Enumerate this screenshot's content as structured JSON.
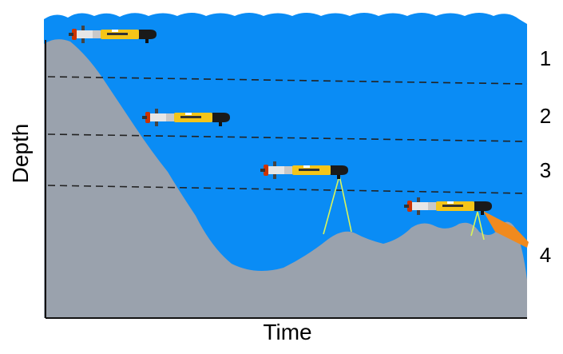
{
  "axes": {
    "x_label": "Time",
    "y_label": "Depth"
  },
  "zones": [
    {
      "label": "1"
    },
    {
      "label": "2"
    },
    {
      "label": "3"
    },
    {
      "label": "4"
    }
  ],
  "colors": {
    "water": "#0a8cf5",
    "seafloor": "#9aa2ad",
    "depth_lines": "#222222",
    "vehicle_body": "#f5c518",
    "vehicle_nose": "#1a1a1a",
    "vehicle_tail": "#e8e8e8",
    "sonar_beam": "#d9f55a",
    "forward_sonar": "#f08a1e"
  },
  "icons": [
    "auv-vehicle-icon",
    "downward-sonar-beam-icon",
    "forward-sonar-beam-icon"
  ]
}
